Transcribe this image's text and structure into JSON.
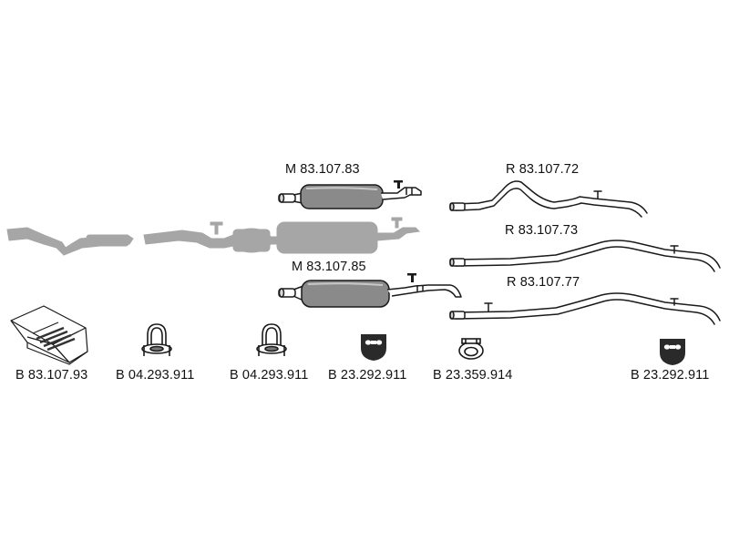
{
  "diagram": {
    "colors": {
      "line": "#1a1a1a",
      "ghost_part": "#a6a6a6",
      "background": "#ffffff"
    },
    "parts": [
      {
        "id": "mid-muffler-upper",
        "code": "M 83.107.83"
      },
      {
        "id": "rear-pipe-upper",
        "code": "R 83.107.72"
      },
      {
        "id": "rear-pipe-middle",
        "code": "R 83.107.73"
      },
      {
        "id": "mid-muffler-lower",
        "code": "M 83.107.85"
      },
      {
        "id": "rear-pipe-lower",
        "code": "R 83.107.77"
      },
      {
        "id": "mounting-kit",
        "code": "B 83.107.93"
      },
      {
        "id": "clamp-1",
        "code": "B 04.293.911"
      },
      {
        "id": "clamp-2",
        "code": "B 04.293.911"
      },
      {
        "id": "rubber-hanger-1",
        "code": "B 23.292.911"
      },
      {
        "id": "ring-clamp",
        "code": "B 23.359.914"
      },
      {
        "id": "rubber-hanger-2",
        "code": "B 23.292.911"
      }
    ]
  }
}
